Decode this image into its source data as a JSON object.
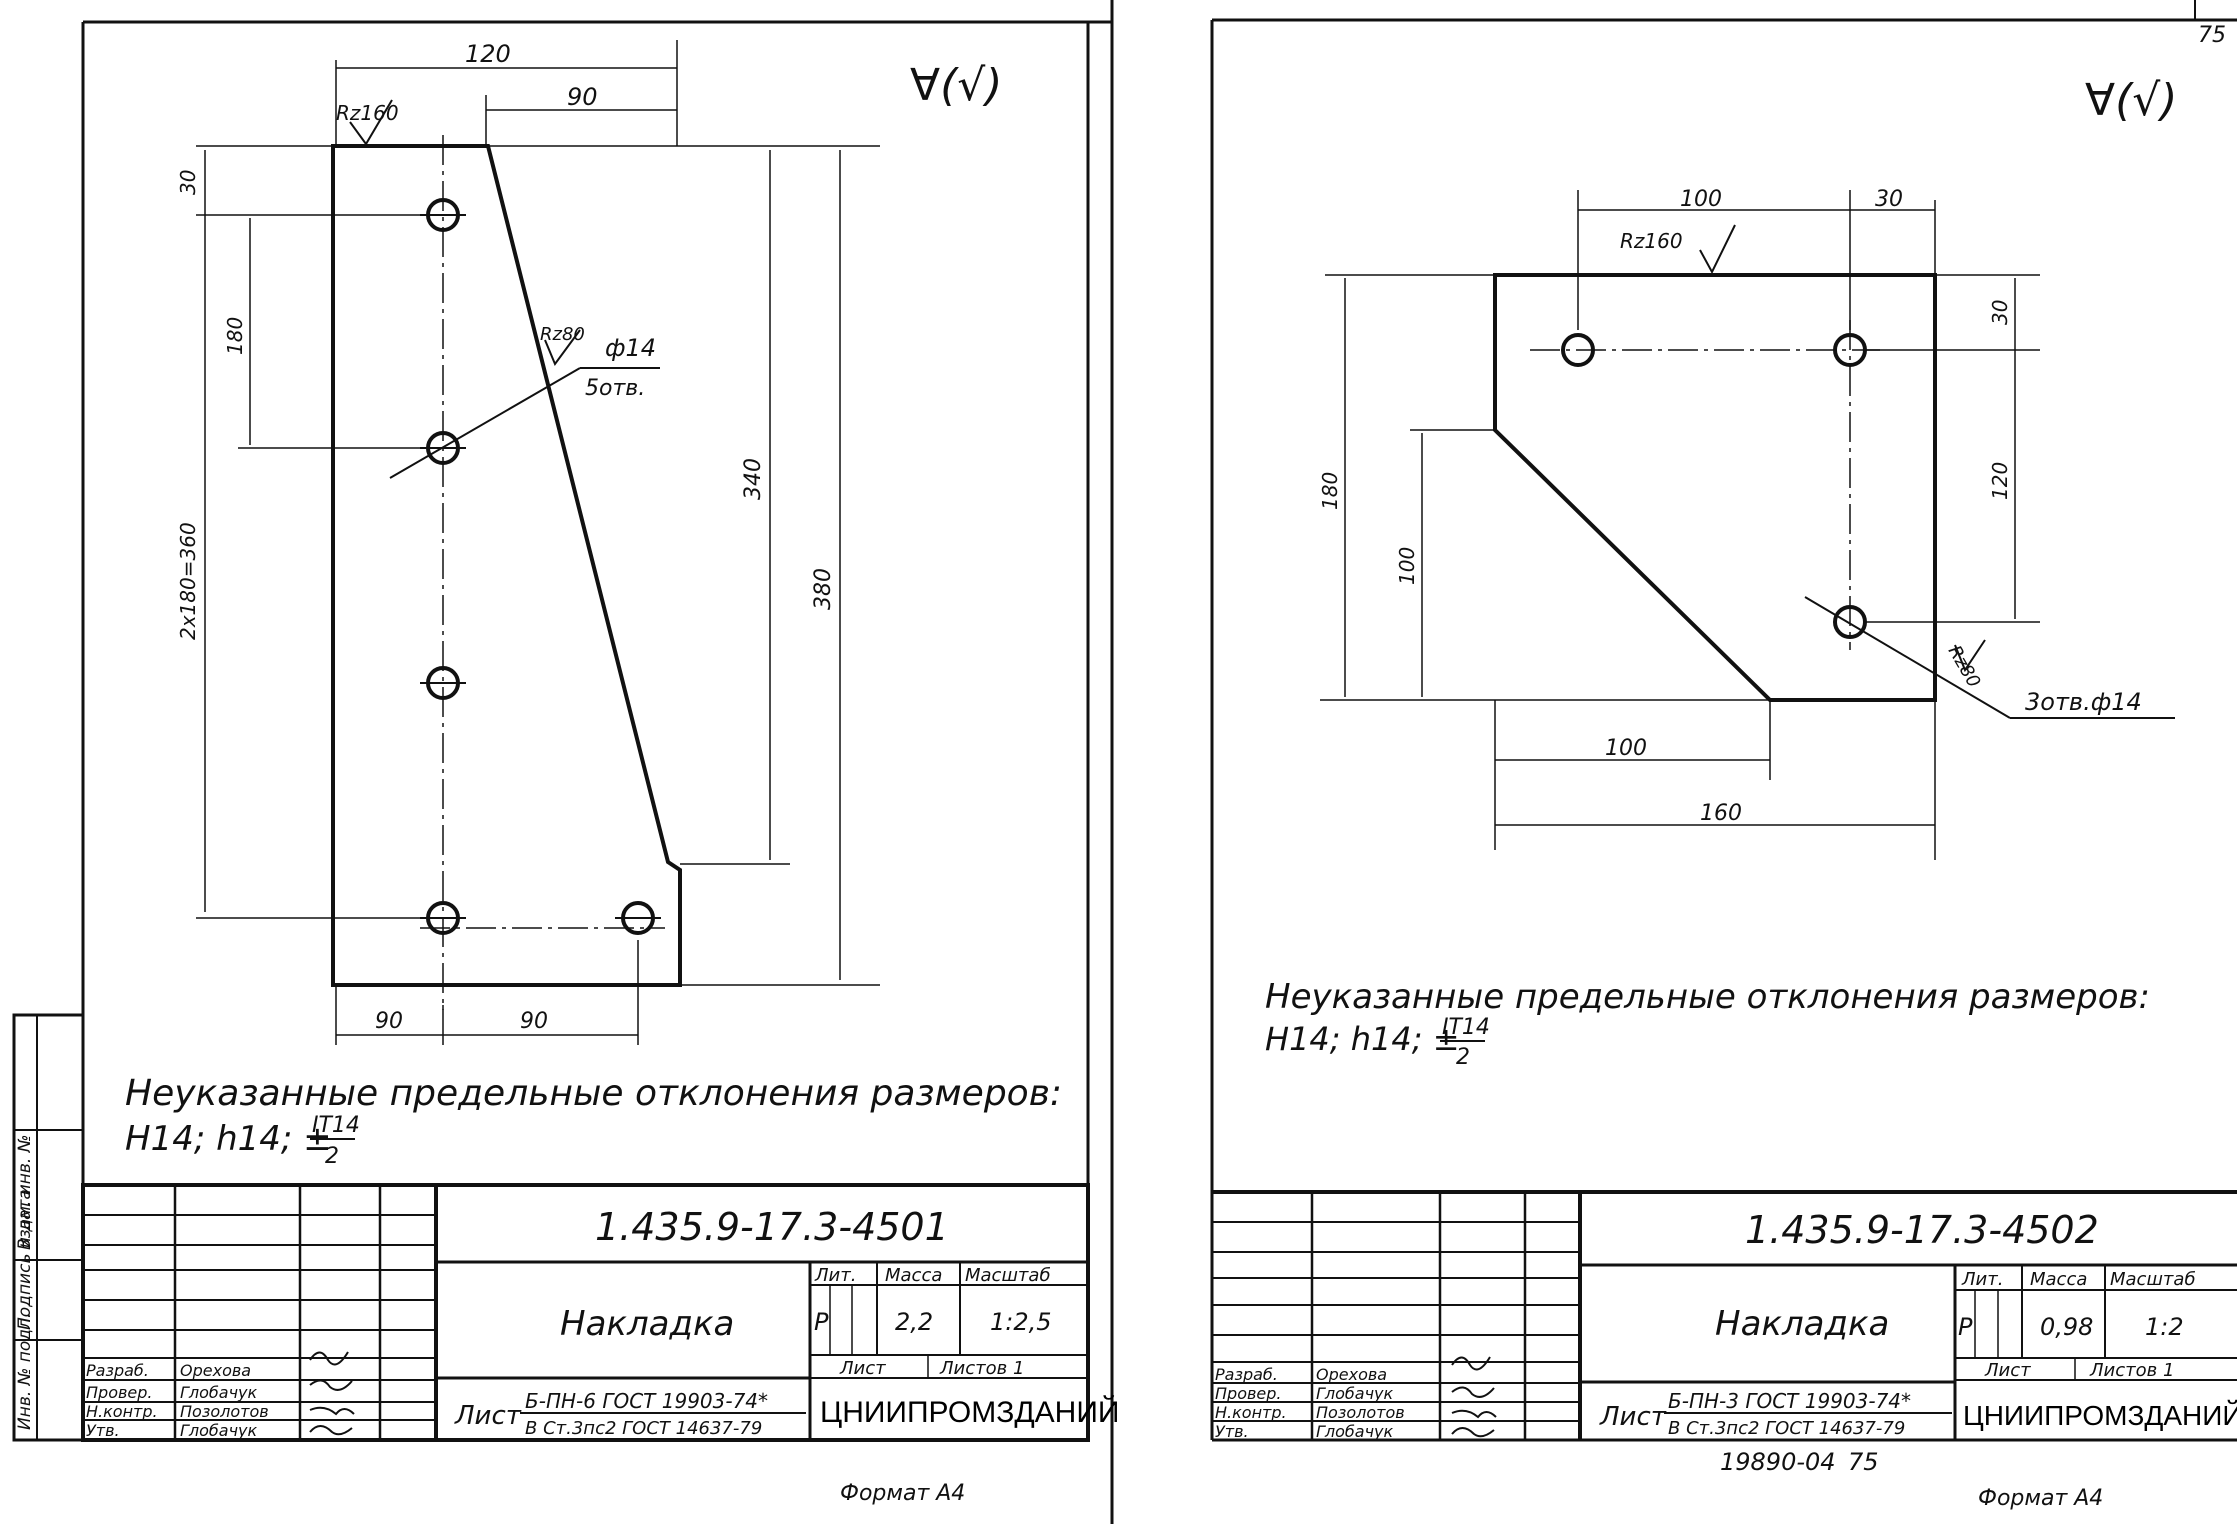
{
  "left_sheet": {
    "roughness_general": "∀(√)",
    "roughness_edge": "Rz160",
    "roughness_hole": "Rz80",
    "dims": {
      "width_top": "120",
      "offset_top": "90",
      "edge_top": "30",
      "hole_step": "180",
      "hole_run": "2x180=360",
      "side_inner": "340",
      "side_outer": "380",
      "bottom_left": "90",
      "bottom_right": "90"
    },
    "hole_callout_top": "ф14",
    "hole_callout_bottom": "5отв.",
    "tolerance_note_title": "Неуказанные предельные отклонения размеров:",
    "tolerance_note_formula": "H14; h14; ±",
    "tolerance_fraction_top": "IT14",
    "tolerance_fraction_bottom": "2",
    "doc_number": "1.435.9-17.3-4501",
    "part_name": "Накладка",
    "lit_header": "Лит.",
    "mass_header": "Масса",
    "scale_header": "Масштаб",
    "lit_value": "Р",
    "mass_value": "2,2",
    "scale_value": "1:2,5",
    "sheet_label": "Лист",
    "sheets_label": "Листов 1",
    "material_prefix": "Лист",
    "material_top": "Б-ПН-6 ГОСТ 19903-74*",
    "material_bottom": "В Ст.3пс2 ГОСТ 14637-79",
    "organization": "ЦНИИПРОМЗДАНИЙ",
    "roles": [
      "Разраб.",
      "Провер.",
      "Н.контр.",
      "Утв."
    ],
    "names": [
      "Орехова",
      "Глобачук",
      "Позолотов",
      "Глобачук"
    ],
    "format": "Формат А4",
    "side_stamp": [
      "Инв. № подл.",
      "Подпись и дата",
      "Взам. инв. №"
    ]
  },
  "right_sheet": {
    "corner_number": "75",
    "roughness_general": "∀(√)",
    "roughness_edge": "Rz160",
    "roughness_hole": "Rz80",
    "dims": {
      "top_left": "100",
      "top_right": "30",
      "right_upper": "30",
      "right_lower": "120",
      "left_outer": "180",
      "left_inner": "100",
      "bottom_inner": "100",
      "bottom_outer": "160"
    },
    "hole_callout": "3отв.ф14",
    "tolerance_note_title": "Неуказанные предельные отклонения размеров:",
    "tolerance_note_formula": "H14; h14; ±",
    "tolerance_fraction_top": "IT14",
    "tolerance_fraction_bottom": "2",
    "doc_number": "1.435.9-17.3-4502",
    "part_name": "Накладка",
    "lit_header": "Лит.",
    "mass_header": "Масса",
    "scale_header": "Масштаб",
    "lit_value": "Р",
    "mass_value": "0,98",
    "scale_value": "1:2",
    "sheet_label": "Лист",
    "sheets_label": "Листов 1",
    "material_prefix": "Лист",
    "material_top": "Б-ПН-3 ГОСТ 19903-74*",
    "material_bottom": "В Ст.3пс2 ГОСТ 14637-79",
    "organization": "ЦНИИПРОМЗДАНИЙ",
    "roles": [
      "Разраб.",
      "Провер.",
      "Н.контр.",
      "Утв."
    ],
    "names": [
      "Орехова",
      "Глобачук",
      "Позолотов",
      "Глобачук"
    ],
    "archive_number": "19890-04",
    "archive_page": "75",
    "format": "Формат А4"
  }
}
